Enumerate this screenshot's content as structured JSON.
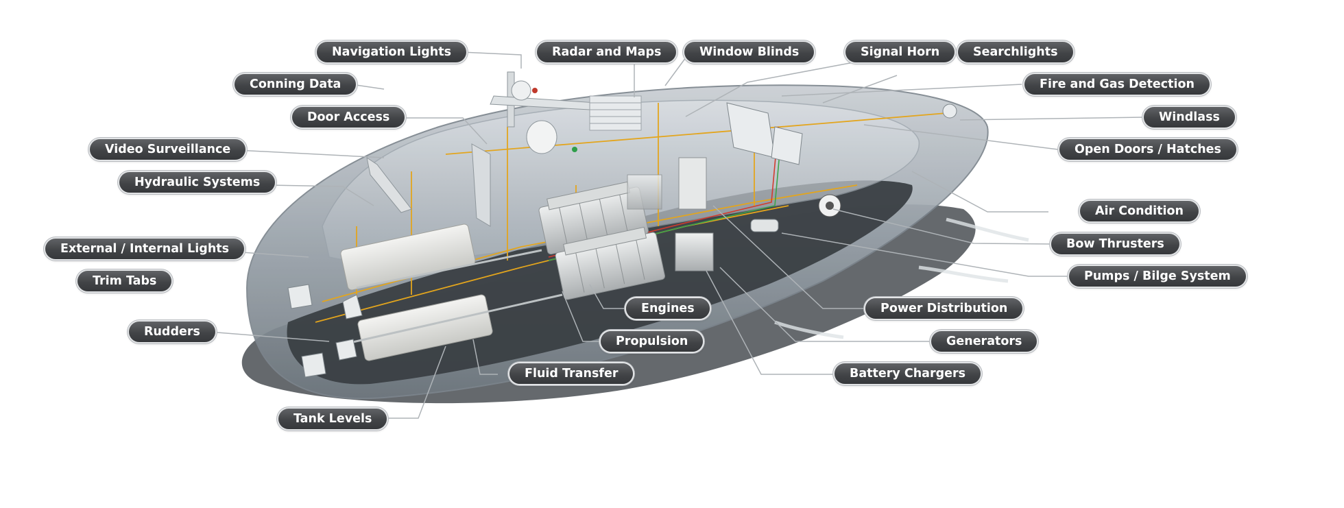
{
  "diagram": {
    "subject": "vessel-systems-cutaway",
    "colors": {
      "callout_bg": "#444649",
      "callout_text": "#ffffff",
      "hull": "#8a949d",
      "water_shadow": "#3d4246",
      "wiring": "#e3a51d",
      "leader_line": "#aeb3b7"
    },
    "labels": {
      "navigation_lights": "Navigation Lights",
      "radar_and_maps": "Radar and Maps",
      "window_blinds": "Window Blinds",
      "signal_horn": "Signal Horn",
      "searchlights": "Searchlights",
      "conning_data": "Conning Data",
      "fire_and_gas_detection": "Fire and Gas Detection",
      "door_access": "Door Access",
      "windlass": "Windlass",
      "video_surveillance": "Video Surveillance",
      "open_doors_hatches": "Open Doors / Hatches",
      "hydraulic_systems": "Hydraulic Systems",
      "air_condition": "Air Condition",
      "bow_thrusters": "Bow Thrusters",
      "external_internal_lights": "External / Internal Lights",
      "trim_tabs": "Trim Tabs",
      "pumps_bilge_system": "Pumps / Bilge System",
      "engines": "Engines",
      "power_distribution": "Power Distribution",
      "rudders": "Rudders",
      "propulsion": "Propulsion",
      "generators": "Generators",
      "fluid_transfer": "Fluid Transfer",
      "battery_chargers": "Battery Chargers",
      "tank_levels": "Tank Levels"
    }
  }
}
